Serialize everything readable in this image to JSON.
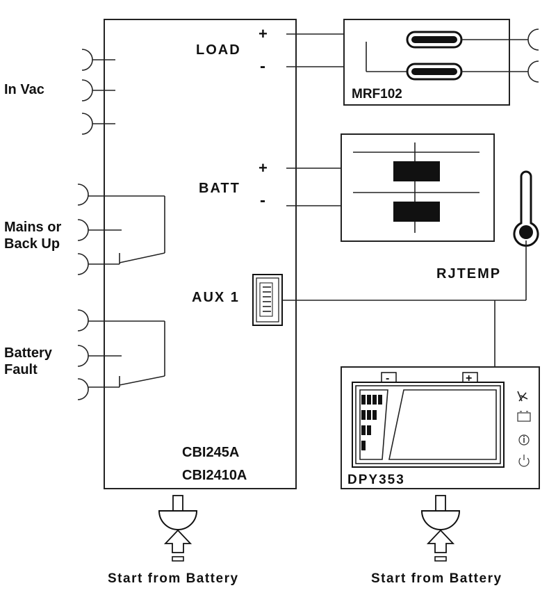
{
  "labels": {
    "in_vac": "In Vac",
    "mains_backup_1": "Mains or",
    "mains_backup_2": "Back Up",
    "battery_fault_1": "Battery",
    "battery_fault_2": "Fault",
    "load": "LOAD",
    "batt": "BATT",
    "aux1": "AUX 1",
    "plus": "+",
    "minus": "-",
    "mrf": "MRF102",
    "rjtemp": "RJTEMP",
    "model_1": "CBI245A",
    "model_2": "CBI2410A",
    "dpy": "DPY353",
    "start_left": "Start from Battery",
    "start_right": "Start from Battery",
    "dpy_minus": "-",
    "dpy_plus": "+"
  },
  "icons": [
    "plug-icon",
    "push-arrow-icon",
    "thermometer-icon",
    "rj45-port-icon",
    "battery-symbol-icon",
    "fuse-icon",
    "battery-level-icon",
    "info-icon",
    "power-icon",
    "fan-icon"
  ]
}
